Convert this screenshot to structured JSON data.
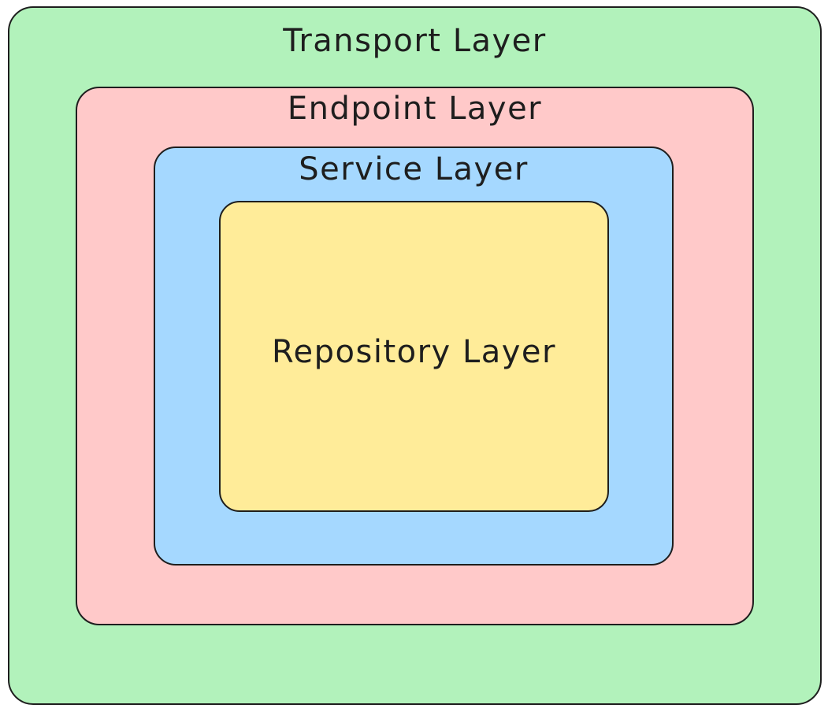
{
  "diagram": {
    "type": "nested-layers",
    "stroke_color": "#1e1e1e",
    "text_color": "#1e1e1e",
    "background_color": "#ffffff",
    "layers": [
      {
        "id": "transport",
        "label": "Transport Layer",
        "fill": "#b2f2bb"
      },
      {
        "id": "endpoint",
        "label": "Endpoint Layer",
        "fill": "#ffc9c9"
      },
      {
        "id": "service",
        "label": "Service Layer",
        "fill": "#a5d8ff"
      },
      {
        "id": "repository",
        "label": "Repository Layer",
        "fill": "#ffec99"
      }
    ]
  }
}
